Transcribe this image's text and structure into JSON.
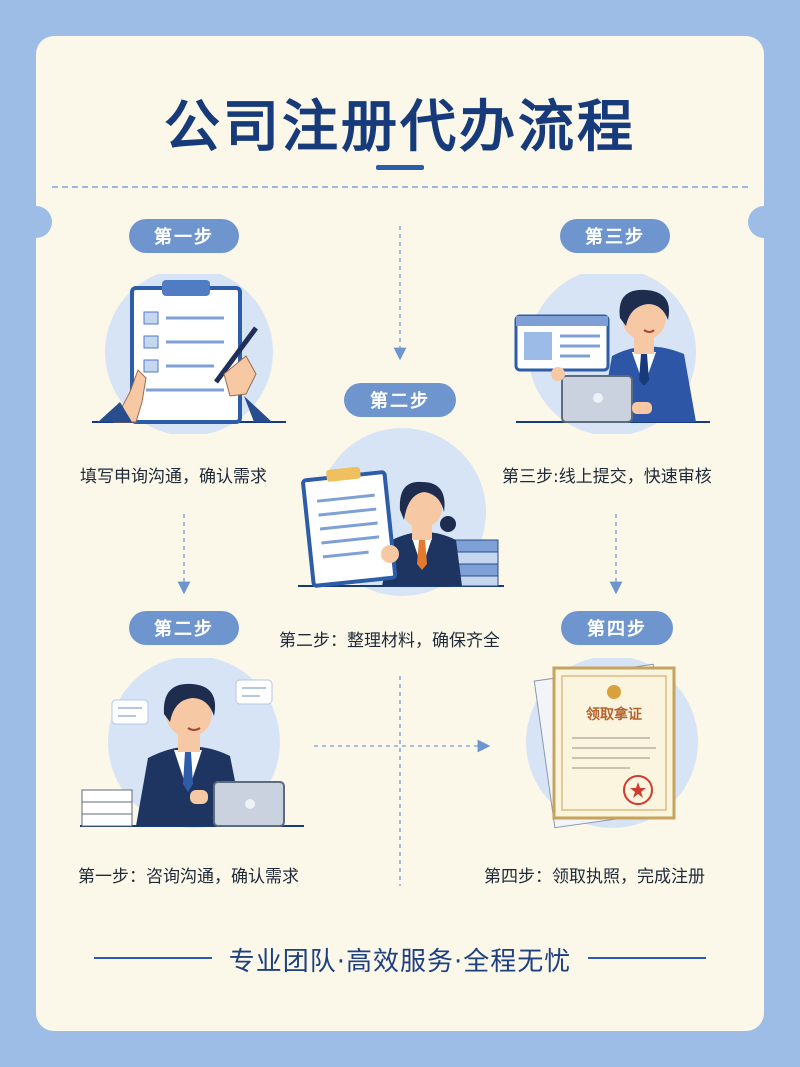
{
  "title": "公司注册代办流程",
  "steps": [
    {
      "badge": "第一步",
      "caption": "填写申询沟通，确认需求"
    },
    {
      "badge": "第二步",
      "caption": "第二步：整理材料，确保齐全"
    },
    {
      "badge": "第三步",
      "caption": "第三步:线上提交，快速审核"
    },
    {
      "badge": "第二步",
      "caption": "第一步：咨询沟通，确认需求"
    },
    {
      "badge": "第四步",
      "caption": "第四步：领取执照，完成注册"
    }
  ],
  "certificate": {
    "title": "领取拿证"
  },
  "footer": "专业团队·高效服务·全程无忧",
  "colors": {
    "navy": "#173a7a",
    "pill": "#6f95ce",
    "background": "#9ebde6",
    "card": "#fbf8ea"
  }
}
